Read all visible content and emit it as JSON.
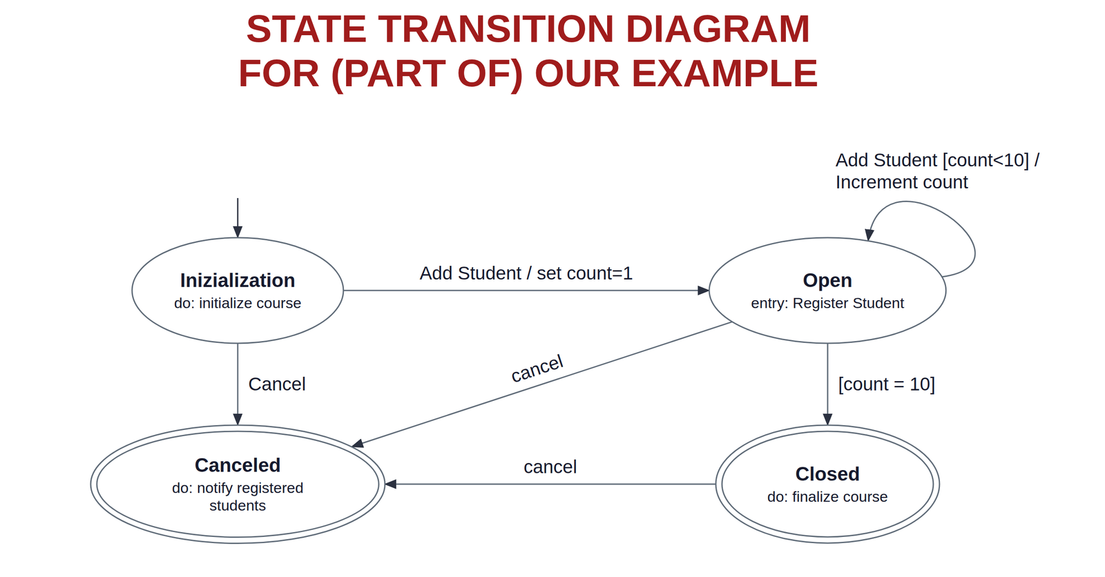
{
  "diagram": {
    "title": "STATE TRANSITION DIAGRAM FOR (PART OF) OUR EXAMPLE",
    "nodes": [
      {
        "text": [
          "Inizialization",
          "do: initialize course"
        ]
      },
      {
        "text": [
          "Open",
          "entry: Register Student"
        ]
      },
      {
        "text": [
          "Canceled",
          "do: notify registered students"
        ]
      },
      {
        "text": [
          "Closed",
          "do: finalize course"
        ]
      }
    ],
    "edges": [
      {
        "from": 0,
        "to": 1,
        "arrow": "to",
        "label": "Add Student / set count=1"
      },
      {
        "from": 1,
        "to": 1,
        "arrow": "to",
        "label": "Add Student [count<10] / Increment count"
      },
      {
        "from": 0,
        "to": 2,
        "arrow": "to",
        "label": "Cancel"
      },
      {
        "from": 1,
        "to": 2,
        "arrow": "to",
        "label": "cancel"
      },
      {
        "from": 1,
        "to": 3,
        "arrow": "to",
        "label": "[count = 10]"
      },
      {
        "from": 3,
        "to": 2,
        "arrow": "to",
        "label": "cancel"
      }
    ]
  }
}
